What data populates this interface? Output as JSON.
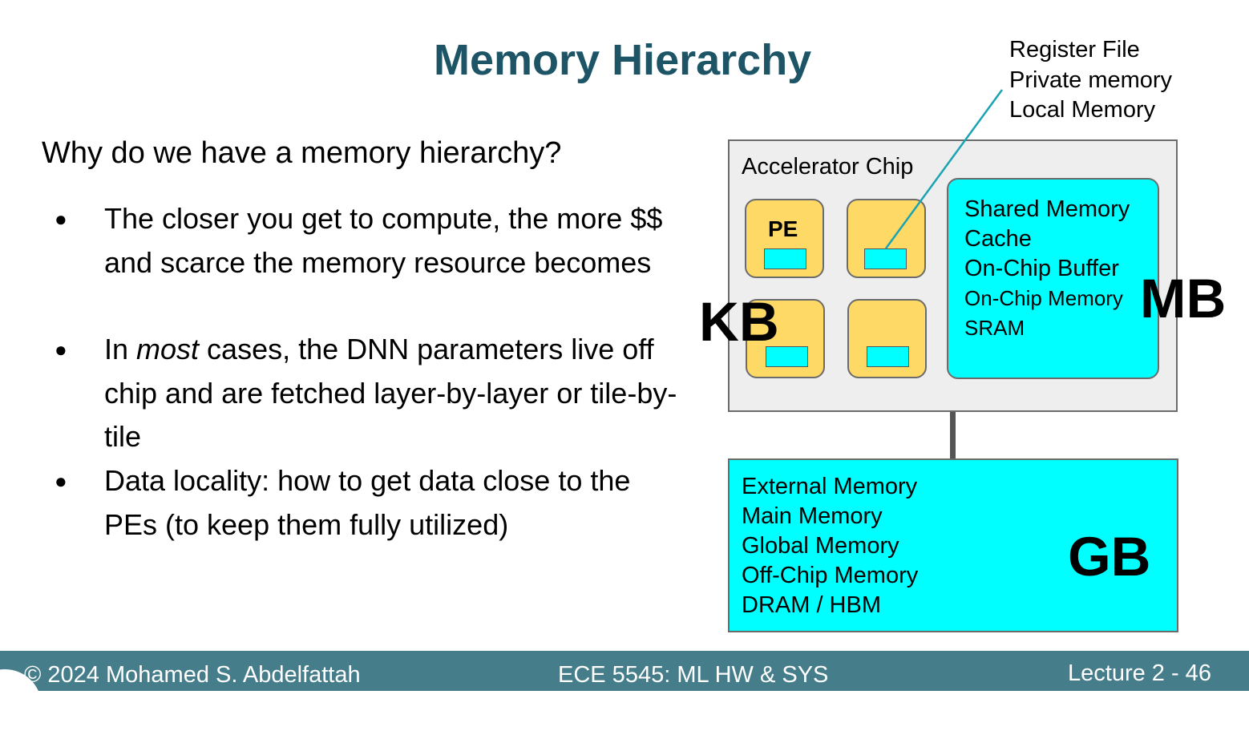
{
  "slide": {
    "title": "Memory Hierarchy"
  },
  "left": {
    "question": "Why do we have a memory hierarchy?",
    "bullet_symbol": "●",
    "bullets": [
      {
        "text": "The closer you get to compute, the more $$ and scarce the memory resource becomes"
      },
      {
        "prefix": "In ",
        "emphasis": "most",
        "suffix": " cases, the DNN parameters live off chip and are fetched layer-by-layer or tile-by-tile"
      },
      {
        "text": "Data locality: how to get data close to the PEs (to keep them fully utilized)"
      }
    ]
  },
  "diagram": {
    "register_labels": [
      "Register File",
      "Private memory",
      "Local Memory"
    ],
    "chip_label": "Accelerator Chip",
    "pe_label": "PE",
    "shared_memory_labels": [
      "Shared Memory",
      "Cache",
      "On-Chip Buffer",
      "On-Chip Memory",
      "SRAM"
    ],
    "external_memory_labels": [
      "External Memory",
      "Main Memory",
      "Global Memory",
      "Off-Chip Memory",
      "DRAM / HBM"
    ],
    "size_labels": {
      "kb": "KB",
      "mb": "MB",
      "gb": "GB"
    },
    "colors": {
      "pe_fill": "#ffd966",
      "memory_fill": "#00ffff",
      "chip_fill": "#eeeeee",
      "leader_line": "#1aa3b3"
    }
  },
  "footer": {
    "copyright": "© 2024 Mohamed S. Abdelfattah",
    "course": "ECE 5545: ML HW & SYS",
    "lecture": "Lecture 2 - 46",
    "background": "#457d8a"
  }
}
